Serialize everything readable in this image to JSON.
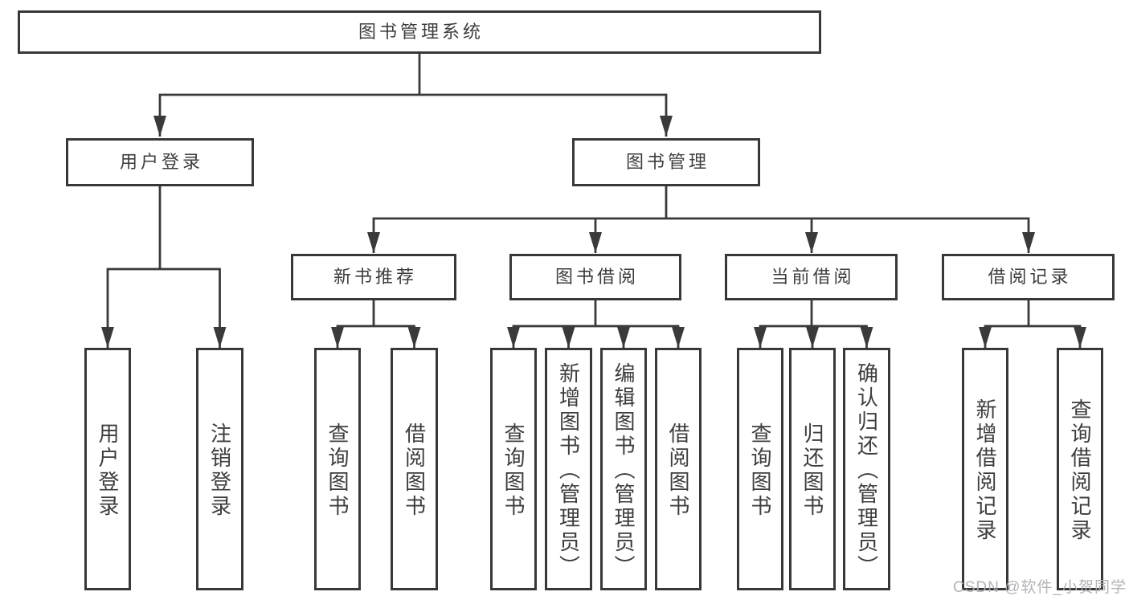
{
  "nodes": {
    "root": "图书管理系统",
    "user_login": "用户登录",
    "book_mgmt": "图书管理",
    "new_book_rec": "新书推荐",
    "book_borrow": "图书借阅",
    "current_borrow": "当前借阅",
    "borrow_records": "借阅记录",
    "leaves": {
      "user_login_leaf": "用户登录",
      "logout": "注销登录",
      "nbr_query_books": "查询图书",
      "nbr_borrow_books": "借阅图书",
      "bb_query_books": "查询图书",
      "bb_add_books": "新增图书（管理员）",
      "bb_edit_books": "编辑图书（管理员）",
      "bb_borrow_books": "借阅图书",
      "cb_query_books": "查询图书",
      "cb_return_books": "归还图书",
      "cb_confirm_return": "确认归还（管理员）",
      "br_add_record": "新增借阅记录",
      "br_query_record": "查询借阅记录"
    }
  },
  "hierarchy": {
    "图书管理系统": {
      "用户登录": [
        "用户登录",
        "注销登录"
      ],
      "图书管理": {
        "新书推荐": [
          "查询图书",
          "借阅图书"
        ],
        "图书借阅": [
          "查询图书",
          "新增图书（管理员）",
          "编辑图书（管理员）",
          "借阅图书"
        ],
        "当前借阅": [
          "查询图书",
          "归还图书",
          "确认归还（管理员）"
        ],
        "借阅记录": [
          "新增借阅记录",
          "查询借阅记录"
        ]
      }
    }
  },
  "watermark": "CSDN @软件_小贺同学",
  "colors": {
    "line": "#3a3a3a",
    "box_border": "#383838",
    "text": "#3d3d3d",
    "watermark": "#b0b0b5",
    "background": "#ffffff"
  }
}
